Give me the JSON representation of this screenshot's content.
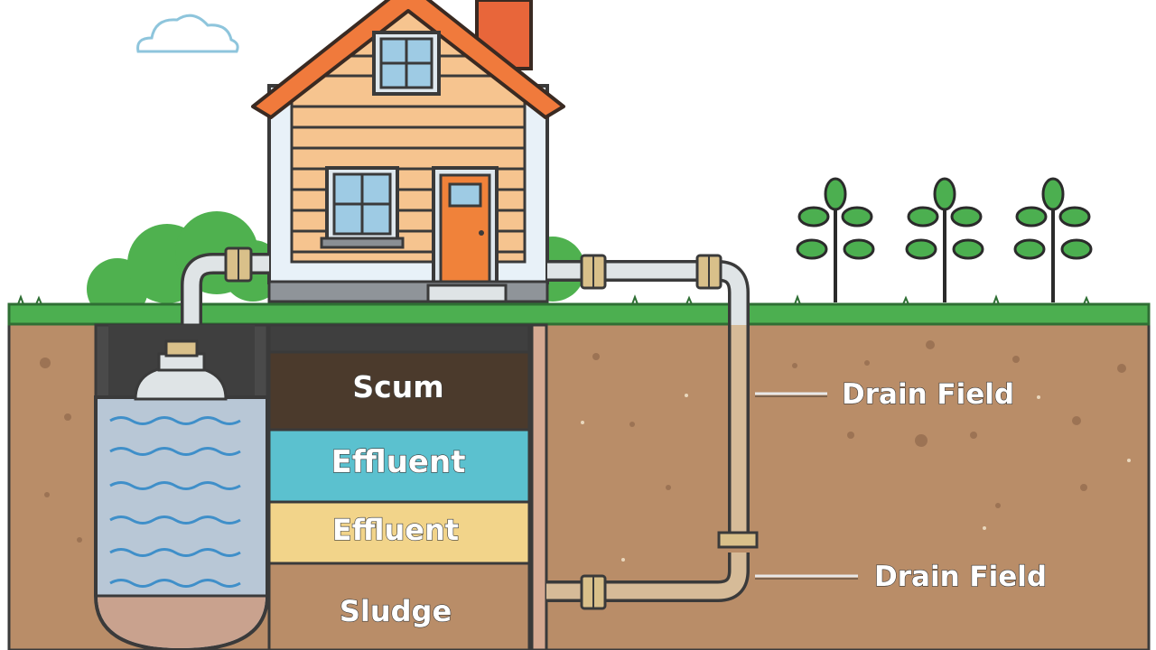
{
  "diagram": {
    "layers": {
      "scum": "Scum",
      "effluent_1": "Effluent",
      "effluent_2": "Effluent",
      "sludge": "Sludge"
    },
    "callouts": {
      "drain_field_1": "Drain Field",
      "drain_field_2": "Drain Field"
    },
    "colors": {
      "sky": "#ffffff",
      "grass": "#4caf50",
      "soil": "#b98d68",
      "tank_water": "#b8c7d6",
      "scum": "#4b3a2c",
      "effluent_blue": "#5bc1cf",
      "effluent_yellow": "#f2d48a",
      "sludge": "#c6a184",
      "house_siding": "#f6c48f",
      "roof": "#f07a3c",
      "door": "#f0823a",
      "pipe": "#dfe4e6",
      "coupling": "#d9c08a"
    }
  }
}
